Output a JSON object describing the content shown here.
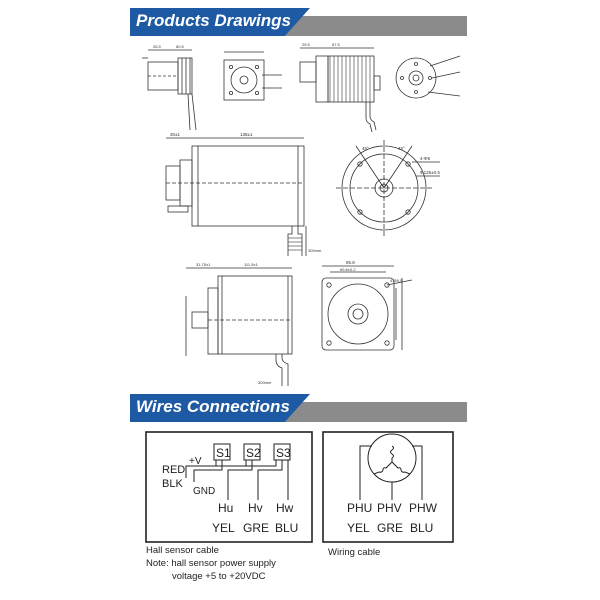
{
  "sections": {
    "drawings_title": "Products Drawings",
    "wires_title": "Wires Connections"
  },
  "hall": {
    "sensors": [
      "S1",
      "S2",
      "S3"
    ],
    "power_plus": "+V",
    "gnd": "GND",
    "red": "RED",
    "blk": "BLK",
    "signals": [
      "Hu",
      "Hv",
      "Hw"
    ],
    "colors": [
      "YEL",
      "GRE",
      "BLU"
    ],
    "caption": "Hall sensor cable",
    "note1": "Note: hall sensor power supply",
    "note2": "voltage +5 to +20VDC"
  },
  "winding": {
    "phases": [
      "PHU",
      "PHV",
      "PHW"
    ],
    "colors": [
      "YEL",
      "GRE",
      "BLU"
    ],
    "caption": "Wiring cable"
  },
  "dims": {
    "d1_w": "26.5",
    "d1_l": "60.5",
    "d3_l": "87.5",
    "d3_b": "25.5",
    "d4_ang1": "45°",
    "d4_ang2": "45°",
    "d4_hole": "4-Φ6",
    "d4_pcd": "Φ125±0.5",
    "d4_len": "138±1",
    "d4_shaft": "30±1",
    "d4_cable": "300mm",
    "d5_l1": "31.75±1",
    "d5_l2": "111.5±1",
    "d5_cable": "300mm",
    "d6_w": "85.8",
    "d6_pcd": "69.6±0.2",
    "d6_hole": "4-Φ5.5",
    "d6_h": "85.8"
  },
  "colors": {
    "accent": "#1e5aa3",
    "band": "#8b8b8b",
    "line": "#333333"
  }
}
